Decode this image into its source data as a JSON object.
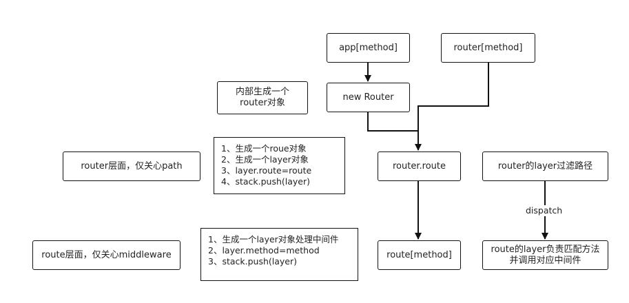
{
  "nodes": {
    "app_method": "app[method]",
    "router_method": "router[method]",
    "inner_router": "内部生成一个\nrouter对象",
    "new_router": "new Router",
    "router_route": "router.route",
    "router_layer_filter": "router的layer过滤路径",
    "router_level": "router层面，仅关心path",
    "route_method": "route[method]",
    "route_layer_match": "route的layer负责匹配方法\n并调用对应中间件",
    "route_level": "route层面，仅关心middleware"
  },
  "notes": {
    "router_route_steps": "1、生成一个roue对象\n2、生成一个layer对象\n3、layer.route=route\n4、stack.push(layer)",
    "route_method_steps": "1、生成一个layer对象处理中间件\n2、layer.method=method\n3、stack.push(layer)"
  },
  "edges": {
    "dispatch_label": "dispatch"
  },
  "colors": {
    "stroke": "#111111",
    "background": "#ffffff"
  }
}
